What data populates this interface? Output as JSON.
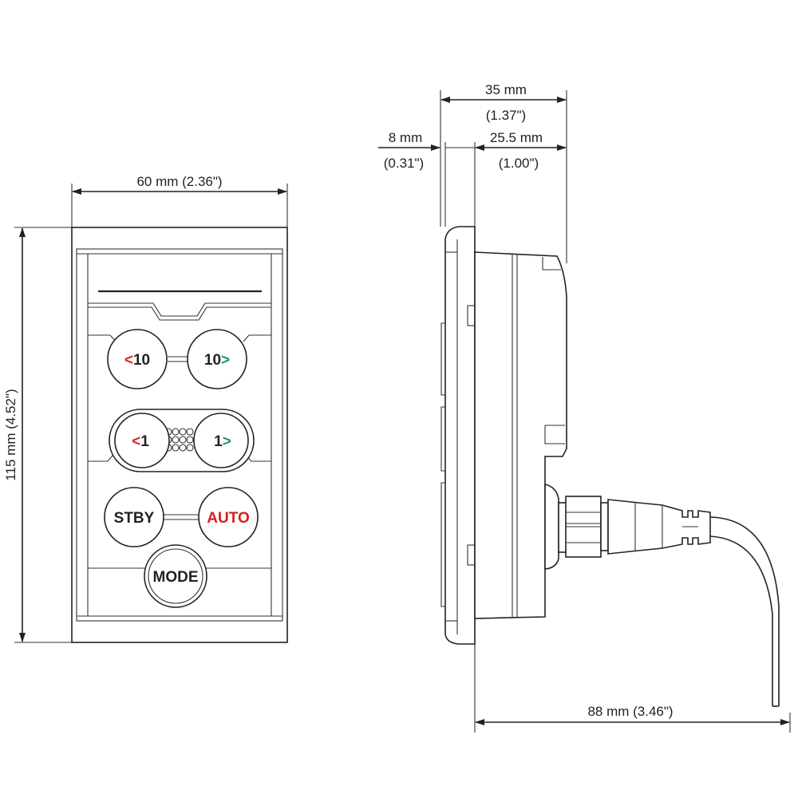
{
  "dimensions": {
    "width": "60 mm (2.36\")",
    "height": "115 mm (4.52\")",
    "depth_total": "35 mm",
    "depth_total_in": "(1.37\")",
    "bezel": "8 mm",
    "bezel_in": "(0.31\")",
    "body_depth": "25.5 mm",
    "body_depth_in": "(1.00\")",
    "cable_clearance": "88 mm (3.46\")"
  },
  "buttons": {
    "port10_arrow": "<",
    "port10_num": "10",
    "stbd10_num": "10",
    "stbd10_arrow": ">",
    "port1_arrow": "<",
    "port1_num": "1",
    "stbd1_num": "1",
    "stbd1_arrow": ">",
    "stby": "STBY",
    "auto": "AUTO",
    "mode": "MODE"
  },
  "colors": {
    "port": "#d42a2a",
    "starboard": "#1f9a6a",
    "auto": "#d81e1e"
  }
}
